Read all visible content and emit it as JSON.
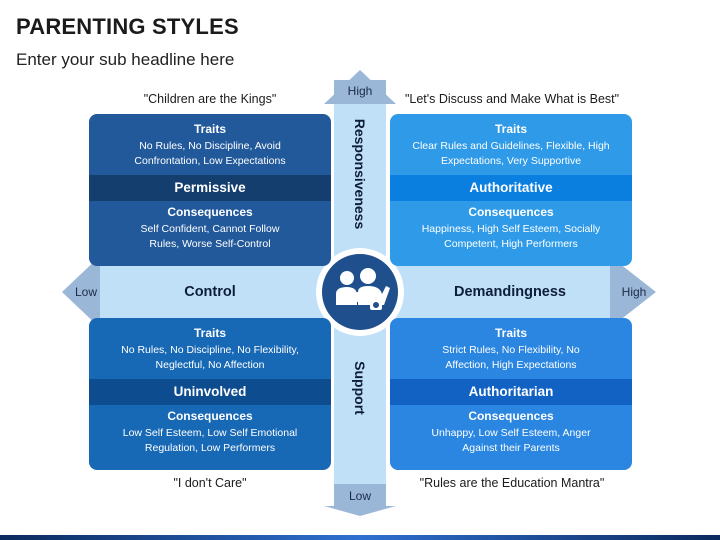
{
  "title": "PARENTING STYLES",
  "subtitle": "Enter your sub headline here",
  "quotes": {
    "top_left": "\"Children are the Kings\"",
    "top_right": "\"Let's Discuss and Make What is Best\"",
    "bottom_left": "\"I don't Care\"",
    "bottom_right": "\"Rules are the Education Mantra\""
  },
  "axes": {
    "vertical": {
      "top_label": "High",
      "bottom_label": "Low",
      "upper_name": "Responsiveness",
      "lower_name": "Support"
    },
    "horizontal": {
      "left_label": "Low",
      "right_label": "High",
      "left_name": "Control",
      "right_name": "Demandingness"
    }
  },
  "center_icon": "family-icon",
  "quadrants": {
    "permissive": {
      "traits_head": "Traits",
      "traits": [
        "No Rules, No Discipline, Avoid",
        "Confrontation, Low Expectations"
      ],
      "style": "Permissive",
      "cons_head": "Consequences",
      "consequences": [
        "Self Confident, Cannot Follow",
        "Rules, Worse Self-Control"
      ]
    },
    "authoritative": {
      "traits_head": "Traits",
      "traits": [
        "Clear Rules and Guidelines, Flexible, High",
        "Expectations, Very Supportive"
      ],
      "style": "Authoritative",
      "cons_head": "Consequences",
      "consequences": [
        "Happiness, High Self Esteem, Socially",
        "Competent, High Performers"
      ]
    },
    "uninvolved": {
      "traits_head": "Traits",
      "traits": [
        "No Rules, No Discipline, No Flexibility,",
        "Neglectful, No Affection"
      ],
      "style": "Uninvolved",
      "cons_head": "Consequences",
      "consequences": [
        "Low Self Esteem, Low Self Emotional",
        "Regulation, Low Performers"
      ]
    },
    "authoritarian": {
      "traits_head": "Traits",
      "traits": [
        "Strict Rules, No Flexibility, No",
        "Affection, High Expectations"
      ],
      "style": "Authoritarian",
      "cons_head": "Consequences",
      "consequences": [
        "Unhappy, Low Self Esteem, Anger",
        "Against their Parents"
      ]
    }
  },
  "colors": {
    "arrow_fill": "#bfe0f7",
    "arrow_head": "#9bb7d8",
    "center_circle": "#1f4f8c"
  }
}
